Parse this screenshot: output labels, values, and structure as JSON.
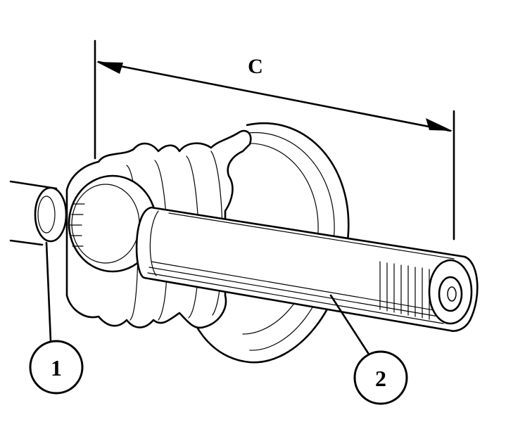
{
  "dimension": {
    "label": "C"
  },
  "callouts": [
    {
      "id": "callout-1",
      "text": "1"
    },
    {
      "id": "callout-2",
      "text": "2"
    }
  ],
  "colors": {
    "ink": "#000000",
    "paper": "#ffffff"
  }
}
